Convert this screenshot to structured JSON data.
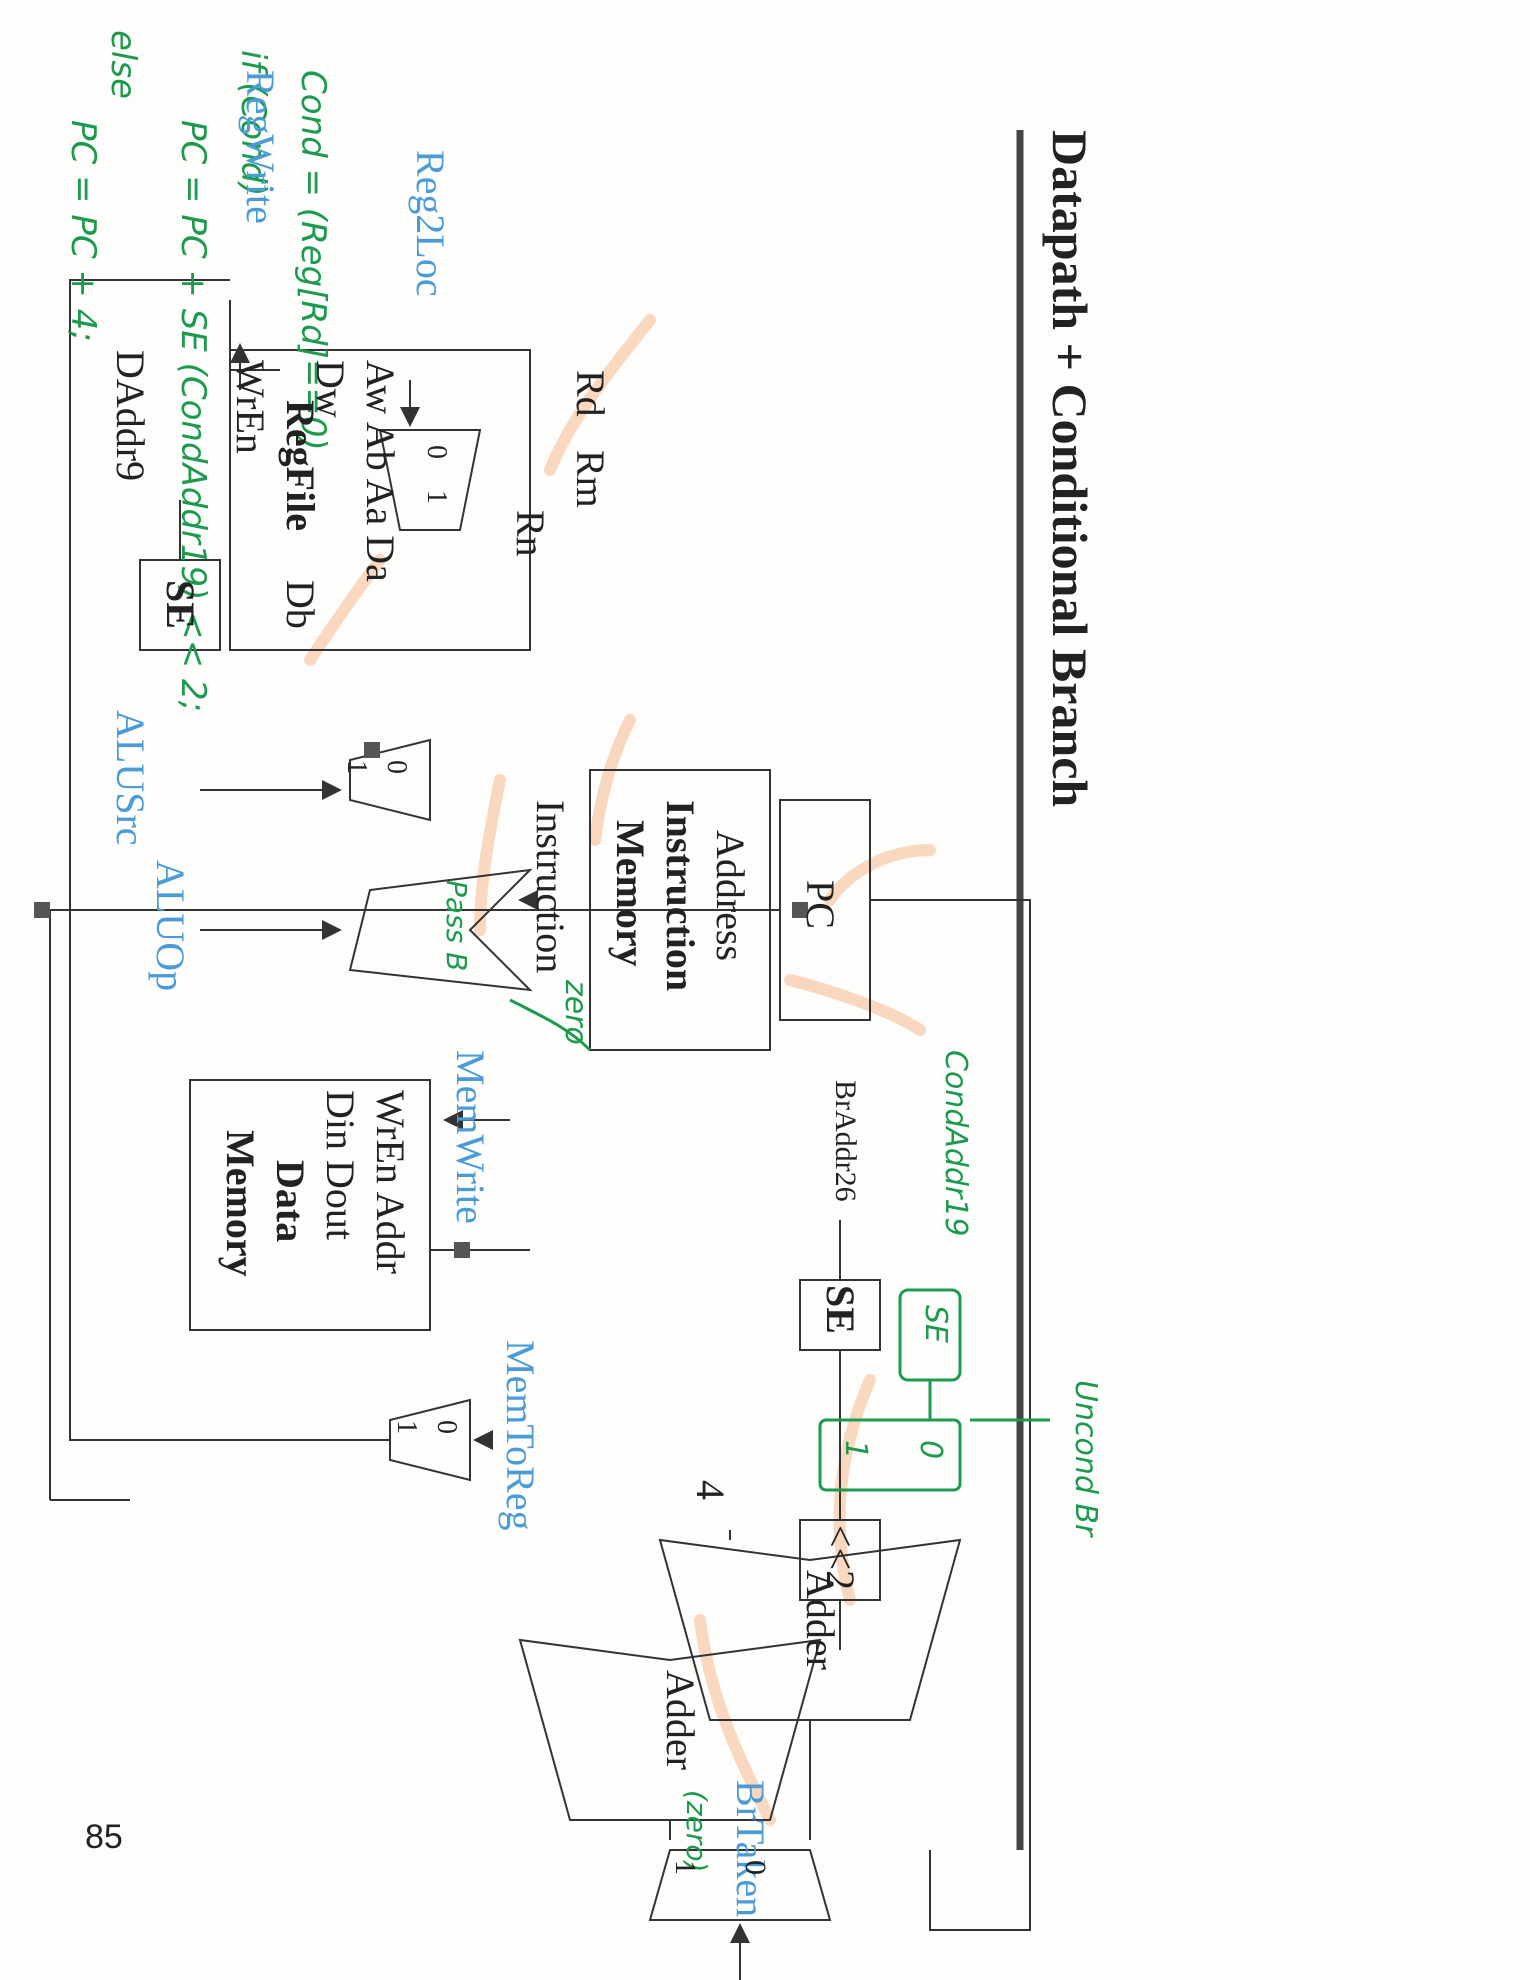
{
  "title": "Datapath + Conditional Branch",
  "page_number": "85",
  "annotations": {
    "line1": "Cond = (Reg[Rd]==0)",
    "line2": "if (Cond)",
    "line3": "PC = PC + SE (CondAddr19) << 2;",
    "line4": "else",
    "line5": "PC = PC + 4;",
    "cond_addr": "CondAddr19",
    "se": "SE",
    "mux_one": "1",
    "mux_zero": "0",
    "uncond": "Uncond Br",
    "pass_b": "Pass B",
    "zero_mark": "zero",
    "brtaken_zero": "(zero)"
  },
  "blocks": {
    "pc": "PC",
    "imem_address": "Address",
    "imem_instruction": "Instruction",
    "imem_memory": "Memory",
    "instruction_label": "Instruction",
    "braddr": "BrAddr26",
    "se_top": "SE",
    "shift": "<<2",
    "adder_left": "Adder",
    "adder_right": "Adder",
    "four": "4",
    "brtaken": "BrTaken",
    "mux_br_0": "0",
    "mux_br_1": "1",
    "rd": "Rd",
    "rm": "Rm",
    "rn": "Rn",
    "reg2loc": "Reg2Loc",
    "mux_reg_0": "0",
    "mux_reg_1": "1",
    "regwrite": "RegWrite",
    "rf_ports_top": "Aw Ab Aa Da",
    "rf_dw": "Dw",
    "rf_name": "RegFile",
    "rf_db": "Db",
    "rf_wren": "WrEn",
    "daddr": "DAddr9",
    "se_bottom": "SE",
    "alusrc": "ALUSrc",
    "mux_alu_0": "0",
    "mux_alu_1": "1",
    "aluop": "ALUOp",
    "memwrite": "MemWrite",
    "dm_top": "WrEn Addr",
    "dm_mid": "Din  Dout",
    "dm_data": "Data",
    "dm_memory": "Memory",
    "memtoreg": "MemToReg",
    "mux_wb_0": "0",
    "mux_wb_1": "1"
  },
  "colors": {
    "line": "#333333",
    "blue_label": "#4a9bd6",
    "green_ink": "#1d9a4f",
    "highlight": "#f6b98c"
  }
}
